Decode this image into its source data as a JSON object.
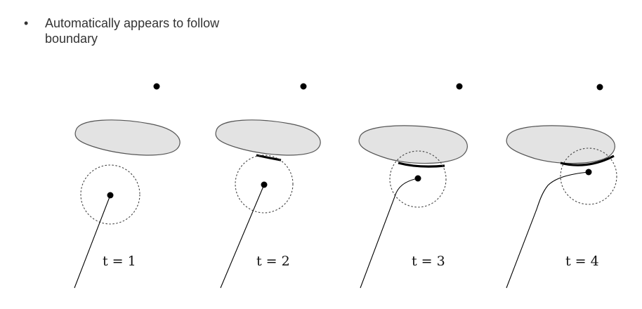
{
  "bullet": {
    "marker": "•",
    "text": "Automatically appears to follow boundary"
  },
  "panels": [
    {
      "label": "t = 1"
    },
    {
      "label": "t = 2"
    },
    {
      "label": "t = 3"
    },
    {
      "label": "t = 4"
    }
  ],
  "colors": {
    "obstacle_fill": "#e3e3e3",
    "stroke": "#000000",
    "text": "#333333"
  }
}
